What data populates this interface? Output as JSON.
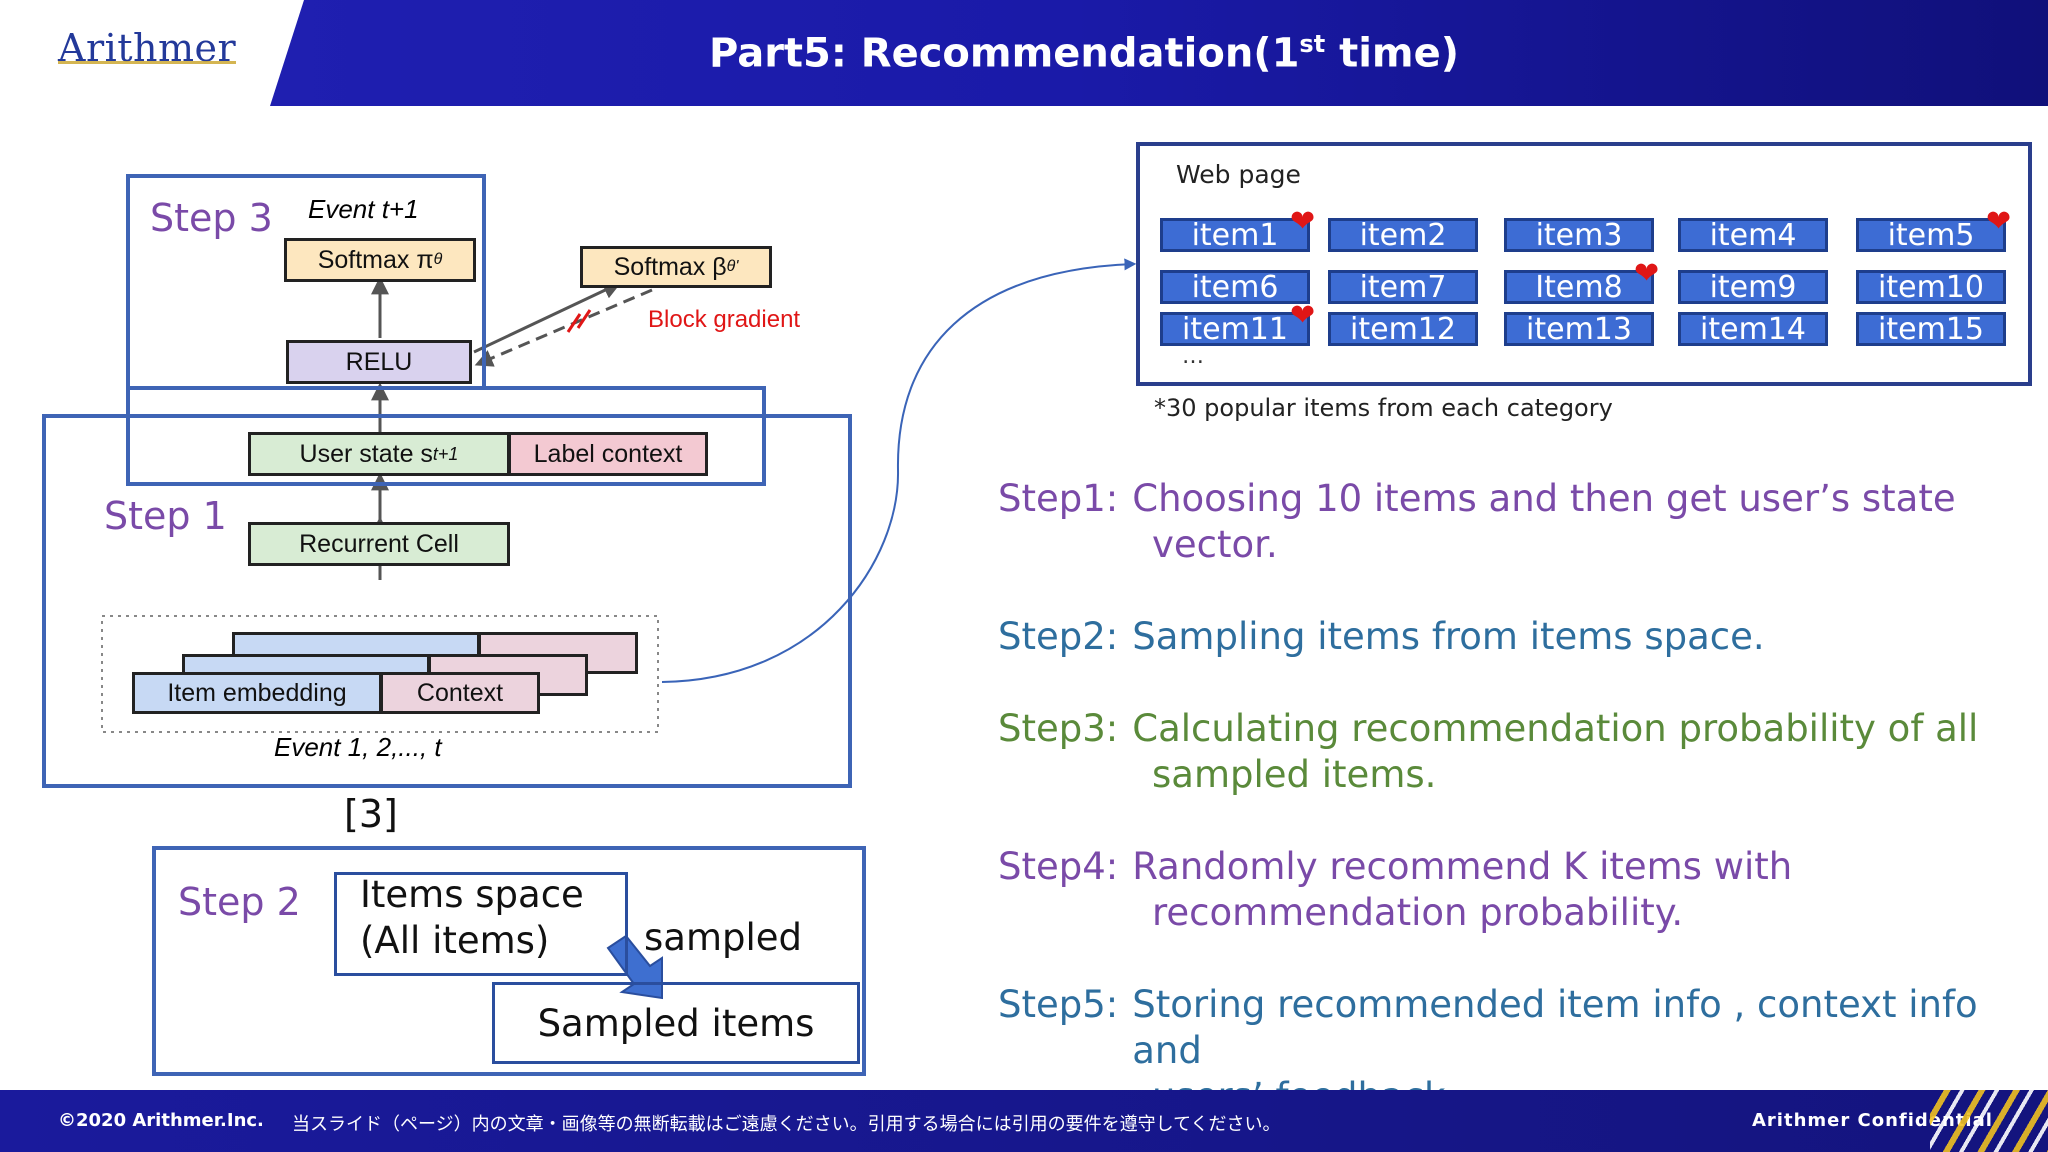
{
  "header": {
    "logo": "Arithmer",
    "title": "Part5: Recommendation(1",
    "title_sup": "st",
    "title_end": " time)"
  },
  "footer": {
    "copyright": "©2020 Arithmer.Inc.",
    "disclaimer": "当スライド（ページ）内の文章・画像等の無断転載はご遠慮ください。引用する場合には引用の要件を遵守してください。",
    "confidential": "Arithmer Confidential"
  },
  "diagram": {
    "step3_label": "Step 3",
    "step1_label": "Step 1",
    "step2_label": "Step 2",
    "event_top": "Event t+1",
    "softmax_pi": "Softmax π",
    "softmax_pi_sub": "θ",
    "softmax_beta": "Softmax β",
    "softmax_beta_sub": "θ'",
    "block_gradient": "Block gradient",
    "relu": "RELU",
    "user_state": "User state s",
    "user_state_sub": "t+1",
    "label_context": "Label context",
    "recurrent_cell": "Recurrent Cell",
    "item_embedding": "Item embedding",
    "context": "Context",
    "event_bottom": "Event 1, 2,..., t",
    "citation": "[3]",
    "items_space_line1": "Items space",
    "items_space_line2": "(All items)",
    "sampled": "sampled",
    "sampled_items": "Sampled items"
  },
  "webpage": {
    "title": "Web page",
    "items": [
      "item1",
      "item2",
      "item3",
      "item4",
      "item5",
      "item6",
      "item7",
      "Item8",
      "item9",
      "item10",
      "item11",
      "item12",
      "item13",
      "item14",
      "item15"
    ],
    "hearted": [
      "item1",
      "item5",
      "Item8",
      "item11"
    ],
    "more": "…",
    "note": "*30 popular items from each category"
  },
  "steps": [
    {
      "head": "Step1:",
      "line1": "Choosing 10 items and then get user’s state",
      "line2": "vector.",
      "color": "#7a4aa8"
    },
    {
      "head": "Step2:",
      "line1": "Sampling items from items space.",
      "line2": "",
      "color": "#2e6e9e"
    },
    {
      "head": "Step3:",
      "line1": "Calculating recommendation probability of all",
      "line2": "sampled items.",
      "color": "#5a8a3a"
    },
    {
      "head": "Step4:",
      "line1": "Randomly recommend K items with",
      "line2": "recommendation probability.",
      "color": "#7a4aa8"
    },
    {
      "head": "Step5:",
      "line1": "Storing recommended item info , context info and",
      "line2": "users’ feedback.",
      "color": "#2e6e9e"
    }
  ],
  "colors": {
    "header": "#1f1fb0",
    "frame": "#3e64b5",
    "item": "#3d6cd4",
    "heart": "#e01616"
  }
}
